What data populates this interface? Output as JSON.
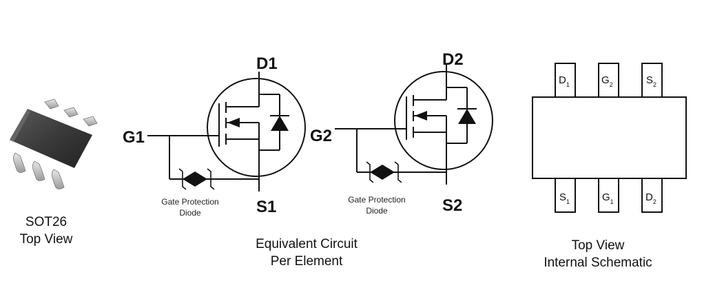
{
  "package": {
    "name": "SOT26",
    "view": "Top View"
  },
  "circuit": {
    "mosfet1": {
      "drain": "D1",
      "gate": "G1",
      "source": "S1"
    },
    "mosfet2": {
      "drain": "D2",
      "gate": "G2",
      "source": "S2"
    },
    "diode_label_line1": "Gate Protection",
    "diode_label_line2": "Diode",
    "caption_line1": "Equivalent Circuit",
    "caption_line2": "Per Element"
  },
  "schematic": {
    "top_pins": [
      {
        "letter": "D",
        "sub": "1"
      },
      {
        "letter": "G",
        "sub": "2"
      },
      {
        "letter": "S",
        "sub": "2"
      }
    ],
    "bottom_pins": [
      {
        "letter": "S",
        "sub": "1"
      },
      {
        "letter": "G",
        "sub": "1"
      },
      {
        "letter": "D",
        "sub": "2"
      }
    ],
    "caption_line1": "Top View",
    "caption_line2": "Internal Schematic"
  }
}
